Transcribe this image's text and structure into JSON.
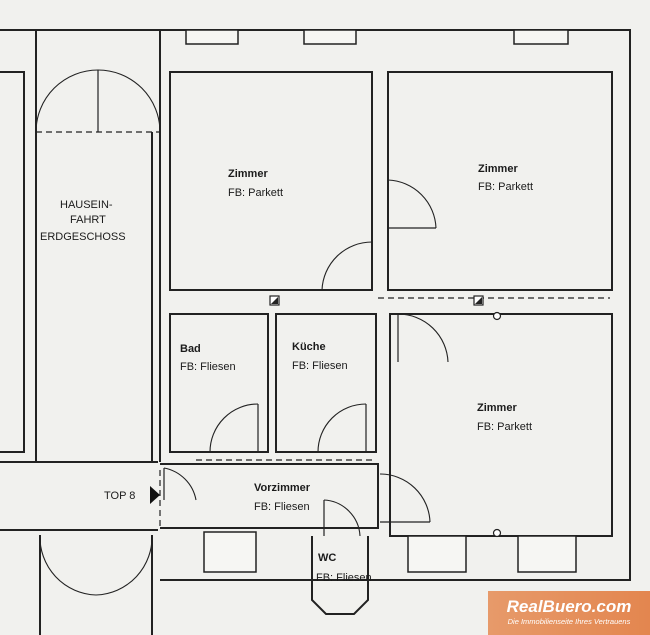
{
  "rooms": [
    {
      "id": "zimmer1",
      "name": "Zimmer",
      "floor": "FB: Parkett"
    },
    {
      "id": "zimmer2",
      "name": "Zimmer",
      "floor": "FB: Parkett"
    },
    {
      "id": "zimmer3",
      "name": "Zimmer",
      "floor": "FB: Parkett"
    },
    {
      "id": "bad",
      "name": "Bad",
      "floor": "FB: Fliesen"
    },
    {
      "id": "kueche",
      "name": "Küche",
      "floor": "FB: Fliesen"
    },
    {
      "id": "vorzimmer",
      "name": "Vorzimmer",
      "floor": "FB: Fliesen"
    },
    {
      "id": "wc",
      "name": "WC",
      "floor": "FB: Fliesen"
    }
  ],
  "hallway": {
    "lines": [
      "HAUSEIN-",
      "FAHRT",
      "ERDGESCHOSS"
    ]
  },
  "entrance": {
    "label": "TOP 8"
  },
  "brand": {
    "name": "RealBuero.com",
    "tagline": "Die Immobilienseite Ihres Vertrauens"
  }
}
